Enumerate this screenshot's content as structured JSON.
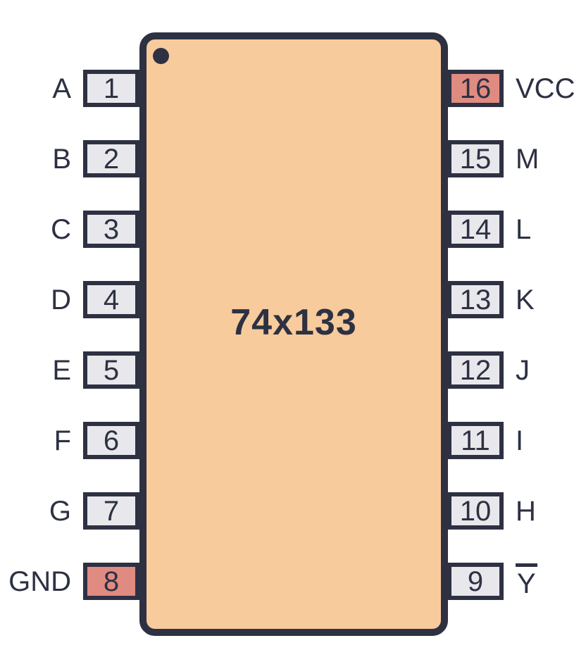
{
  "chip": {
    "title": "74x133",
    "package": "DIP-16",
    "colors": {
      "outline": "#2d3142",
      "body": "#f8cb9c",
      "pin_fill": "#e8e8ec",
      "power_pin_fill": "#e08b82",
      "label_text": "#2d3142",
      "background": "#ffffff"
    },
    "left_pins": [
      {
        "number": "1",
        "label": "A"
      },
      {
        "number": "2",
        "label": "B"
      },
      {
        "number": "3",
        "label": "C"
      },
      {
        "number": "4",
        "label": "D"
      },
      {
        "number": "5",
        "label": "E"
      },
      {
        "number": "6",
        "label": "F"
      },
      {
        "number": "7",
        "label": "G"
      },
      {
        "number": "8",
        "label": "GND",
        "power": true
      }
    ],
    "right_pins": [
      {
        "number": "16",
        "label": "VCC",
        "power": true
      },
      {
        "number": "15",
        "label": "M"
      },
      {
        "number": "14",
        "label": "L"
      },
      {
        "number": "13",
        "label": "K"
      },
      {
        "number": "12",
        "label": "J"
      },
      {
        "number": "11",
        "label": "I"
      },
      {
        "number": "10",
        "label": "H"
      },
      {
        "number": "9",
        "label": "Y",
        "overline": true
      }
    ]
  }
}
